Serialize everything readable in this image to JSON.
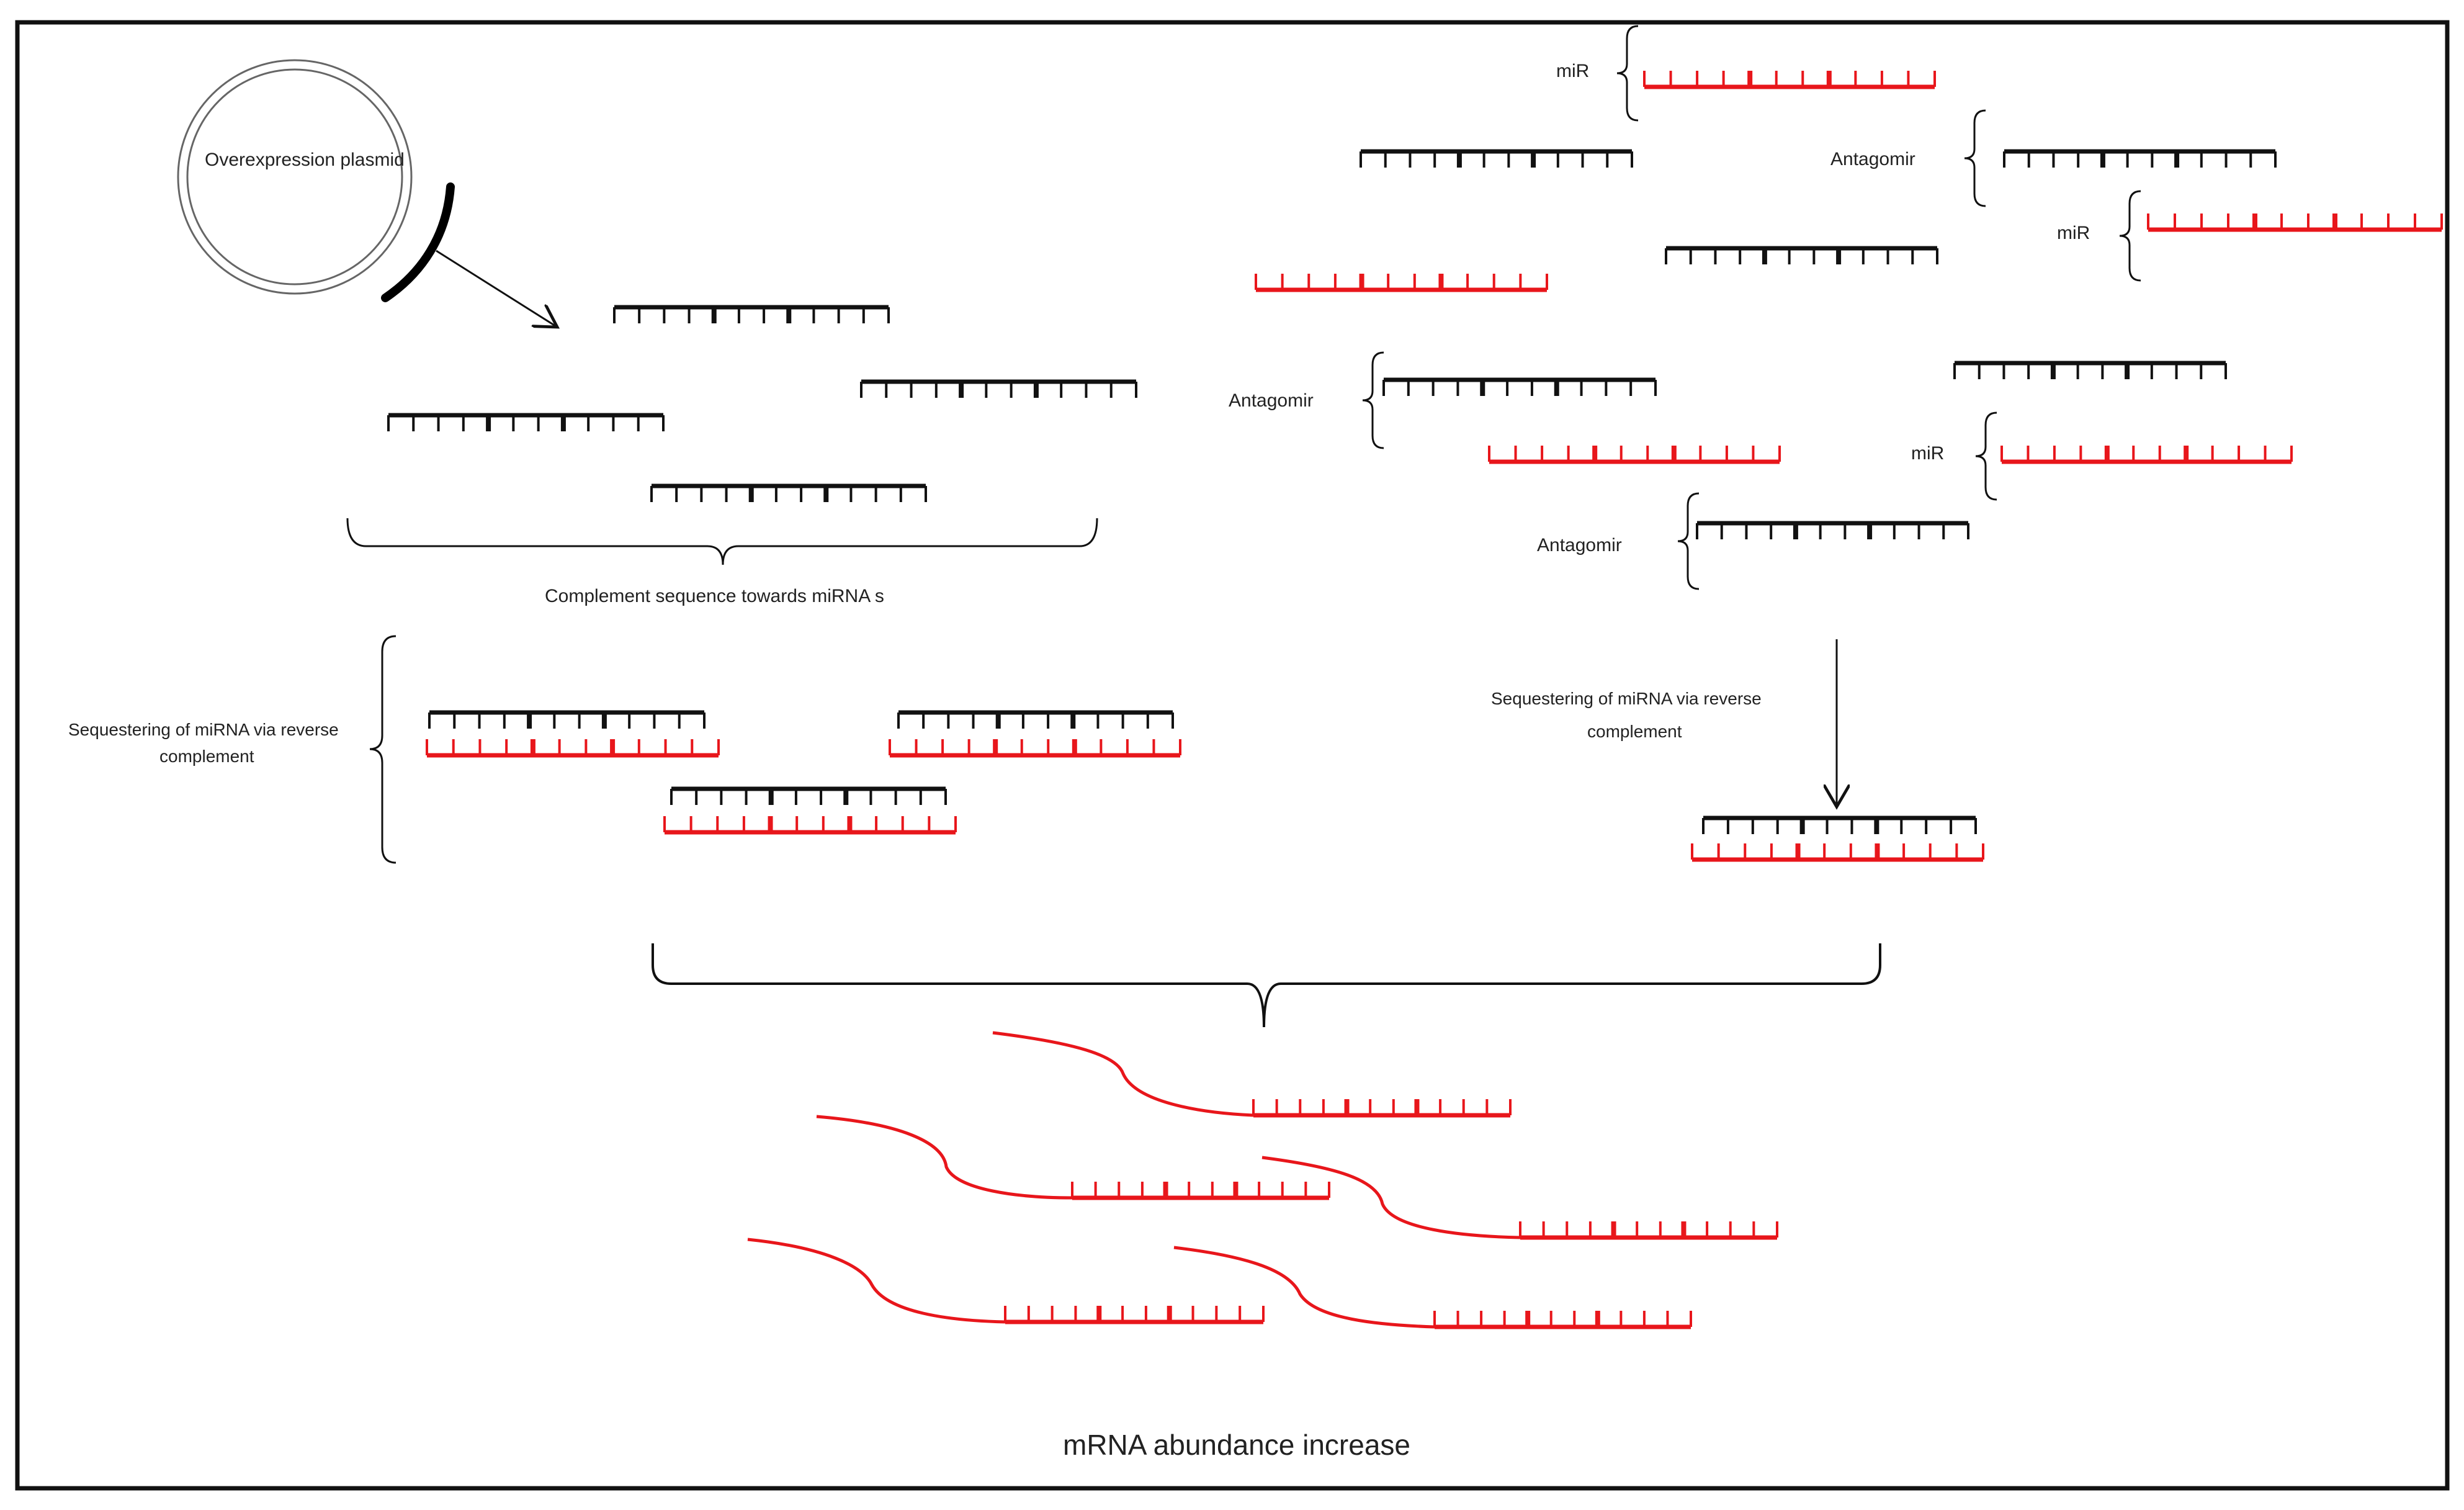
{
  "labels": {
    "plasmid": "Overexpression plasmid",
    "complement": "Complement sequence towards miRNA s",
    "sequester_left_1": "Sequestering of miRNA via  reverse",
    "sequester_left_2": "complement",
    "sequester_right_1": "Sequestering of miRNA via  reverse",
    "sequester_right_2": "complement",
    "mirna": "miR",
    "antagomir": "Antagomir",
    "result": "mRNA abundance increase"
  },
  "colors": {
    "antisense_strand": "#111111",
    "mirna_strand": "#e8161b",
    "frame": "#111111",
    "text": "#222222"
  },
  "icons": {
    "plasmid": "circular-plasmid-icon",
    "strand": "comb-strand-icon",
    "arrow": "arrow-icon",
    "brace": "curly-brace-icon"
  }
}
